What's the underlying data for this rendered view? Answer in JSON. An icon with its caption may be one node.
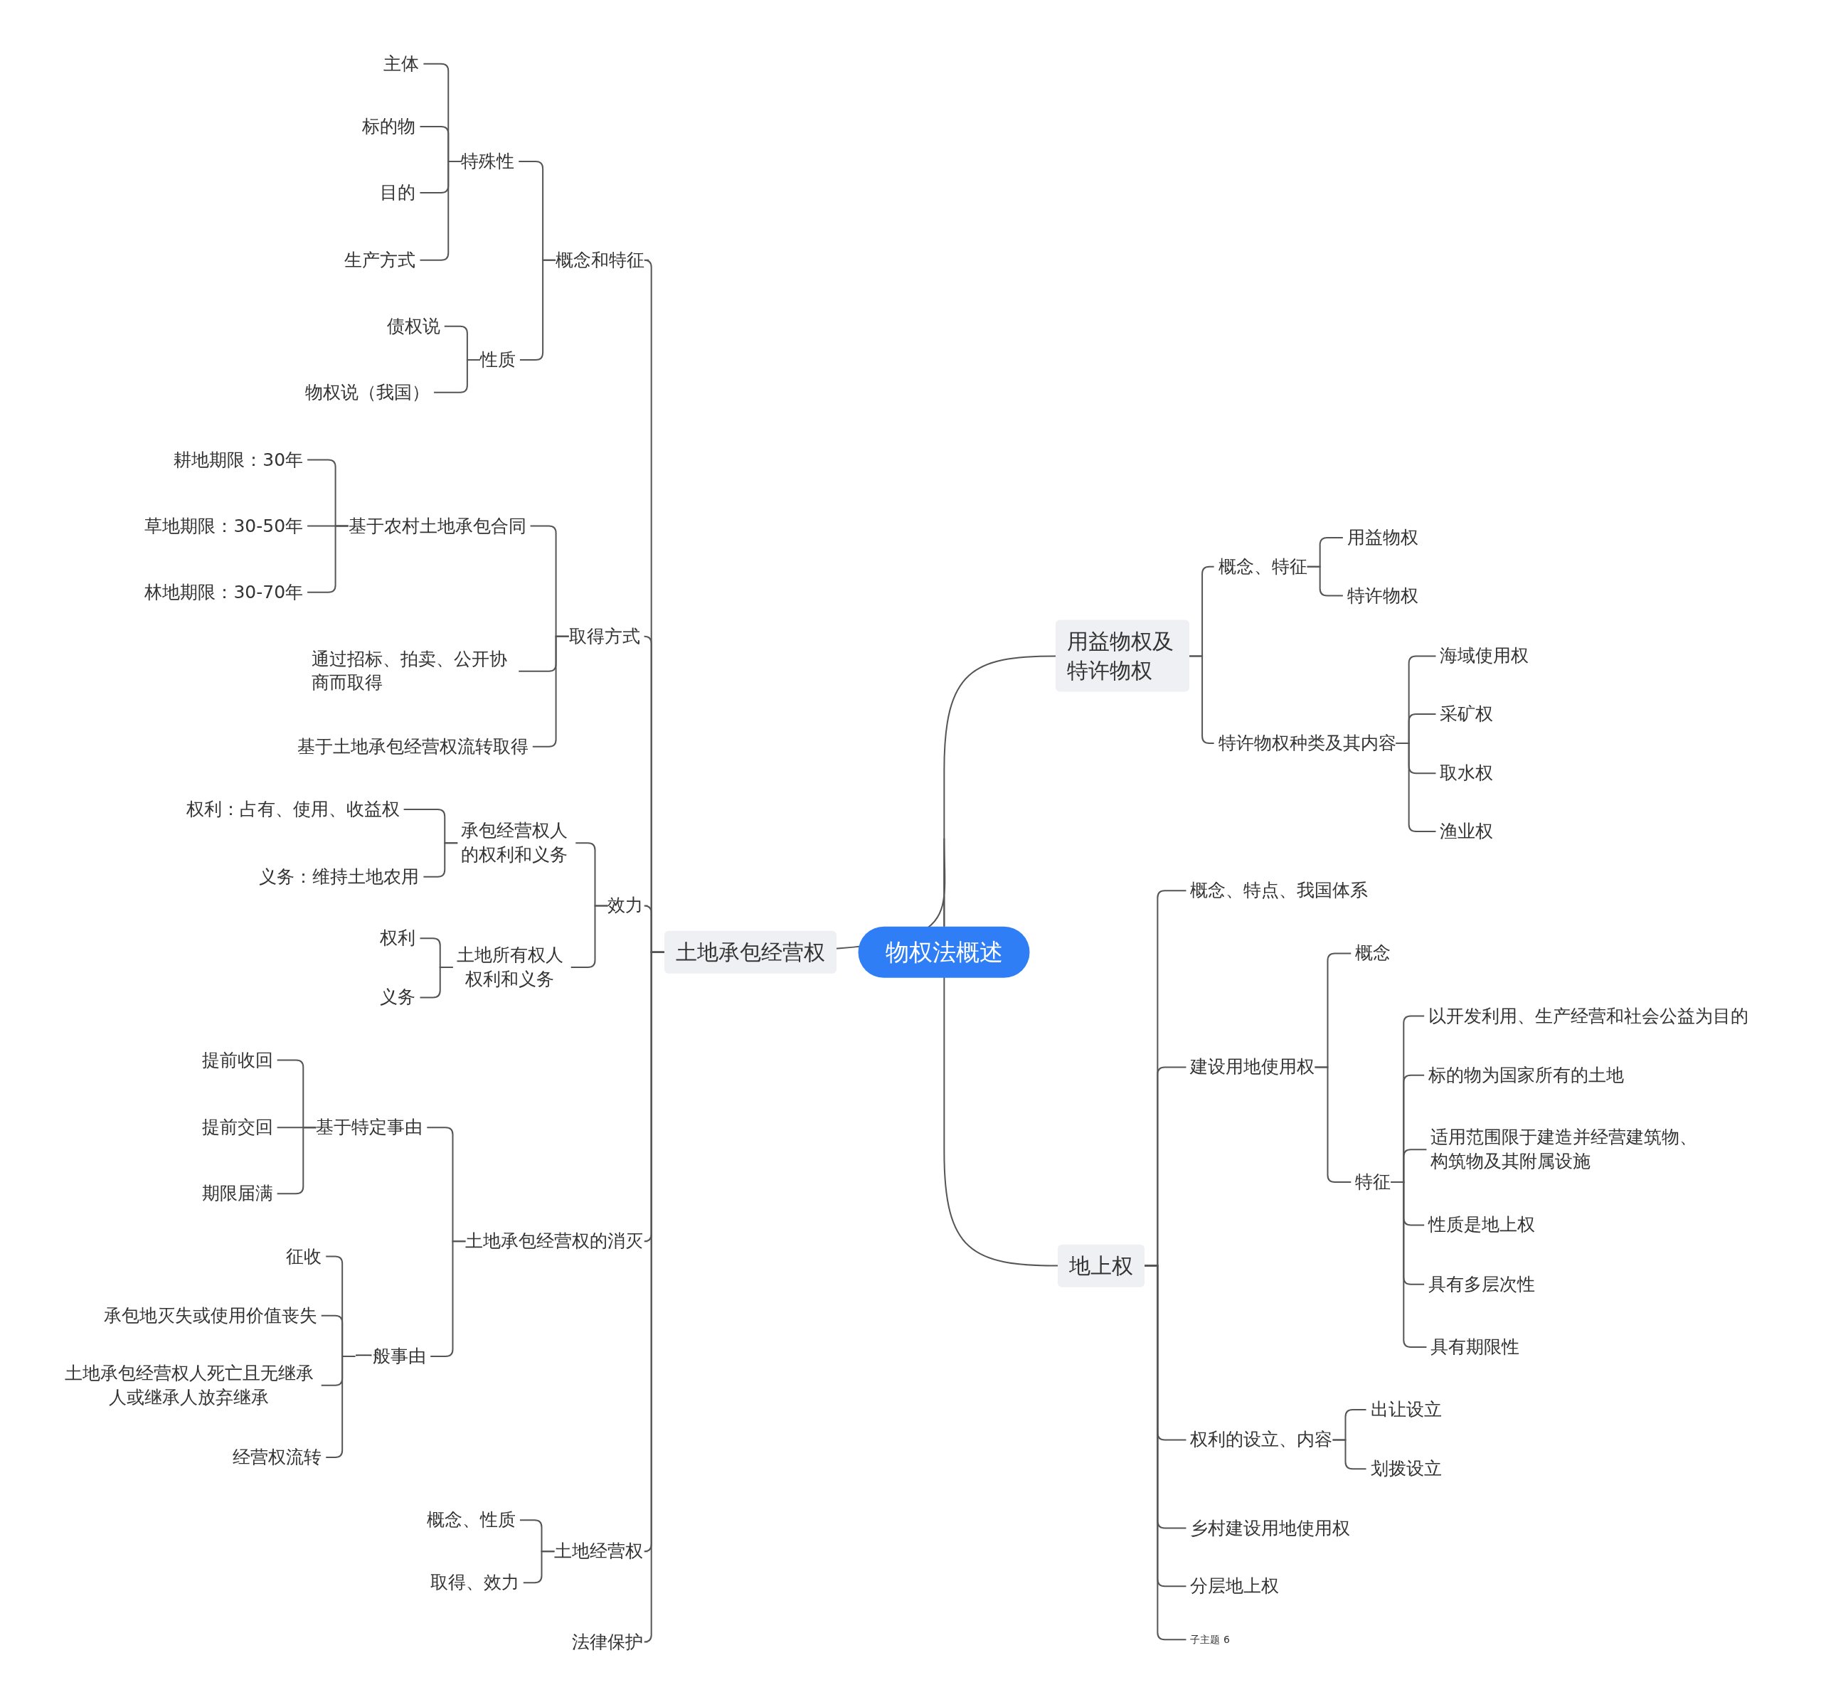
{
  "diagram": {
    "nodes": [
      {
        "text": [
          "物权法概述"
        ]
      },
      {
        "text": [
          "土地承包经营权"
        ]
      },
      {
        "text": [
          "概念和特征"
        ]
      },
      {
        "text": [
          "特殊性"
        ]
      },
      {
        "text": [
          "主体"
        ]
      },
      {
        "text": [
          "标的物"
        ]
      },
      {
        "text": [
          "目的"
        ]
      },
      {
        "text": [
          "生产方式"
        ]
      },
      {
        "text": [
          "性质"
        ]
      },
      {
        "text": [
          "债权说"
        ]
      },
      {
        "text": [
          "物权说（我国）"
        ]
      },
      {
        "text": [
          "取得方式"
        ]
      },
      {
        "text": [
          "基于农村土地承包合同"
        ]
      },
      {
        "text": [
          "耕地期限：30年"
        ]
      },
      {
        "text": [
          "草地期限：30-50年"
        ]
      },
      {
        "text": [
          "林地期限：30-70年"
        ]
      },
      {
        "text": [
          "通过招标、拍卖、公开协商而取得"
        ]
      },
      {
        "text": [
          "基于土地承包经营权流转取得"
        ]
      },
      {
        "text": [
          "效力"
        ]
      },
      {
        "text": [
          "承包经营权人的权利和义务"
        ]
      },
      {
        "text": [
          "权利：占有、使用、收益权"
        ]
      },
      {
        "text": [
          "义务：维持土地农用"
        ]
      },
      {
        "text": [
          "土地所有权人权利和义务"
        ]
      },
      {
        "text": [
          "权利"
        ]
      },
      {
        "text": [
          "义务"
        ]
      },
      {
        "text": [
          "土地承包经营权的消灭"
        ]
      },
      {
        "text": [
          "基于特定事由"
        ]
      },
      {
        "text": [
          "提前收回"
        ]
      },
      {
        "text": [
          "提前交回"
        ]
      },
      {
        "text": [
          "期限届满"
        ]
      },
      {
        "text": [
          "一般事由"
        ]
      },
      {
        "text": [
          "征收"
        ]
      },
      {
        "text": [
          "承包地灭失或使用价值丧失"
        ]
      },
      {
        "text": [
          "土地承包经营权人死亡且无继承人或继承人放弃继承"
        ]
      },
      {
        "text": [
          "经营权流转"
        ]
      },
      {
        "text": [
          "土地经营权"
        ]
      },
      {
        "text": [
          "概念、性质"
        ]
      },
      {
        "text": [
          "取得、效力"
        ]
      },
      {
        "text": [
          "法律保护"
        ]
      },
      {
        "text": [
          "用益物权及特许物权"
        ]
      },
      {
        "text": [
          "概念、特征"
        ]
      },
      {
        "text": [
          "用益物权"
        ]
      },
      {
        "text": [
          "特许物权"
        ]
      },
      {
        "text": [
          "特许物权种类及其内容"
        ]
      },
      {
        "text": [
          "海域使用权"
        ]
      },
      {
        "text": [
          "采矿权"
        ]
      },
      {
        "text": [
          "取水权"
        ]
      },
      {
        "text": [
          "渔业权"
        ]
      },
      {
        "text": [
          "地上权"
        ]
      },
      {
        "text": [
          "概念、特点、我国体系"
        ]
      },
      {
        "text": [
          "建设用地使用权"
        ]
      },
      {
        "text": [
          "概念"
        ]
      },
      {
        "text": [
          "特征"
        ]
      },
      {
        "text": [
          "以开发利用、生产经营和社会公益为目的"
        ]
      },
      {
        "text": [
          "标的物为国家所有的土地"
        ]
      },
      {
        "text": [
          "适用范围限于建造并经营建筑物、构筑物及其附属设施"
        ]
      },
      {
        "text": [
          "性质是地上权"
        ]
      },
      {
        "text": [
          "具有多层次性"
        ]
      },
      {
        "text": [
          "具有期限性"
        ]
      },
      {
        "text": [
          "权利的设立、内容"
        ]
      },
      {
        "text": [
          "出让设立"
        ]
      },
      {
        "text": [
          "划拨设立"
        ]
      },
      {
        "text": [
          "乡村建设用地使用权"
        ]
      },
      {
        "text": [
          "分层地上权"
        ]
      },
      {
        "text": [
          "子主题 6"
        ]
      }
    ],
    "edges": [
      {
        "from": 0,
        "to": 1,
        "arrow": "none"
      },
      {
        "from": 1,
        "to": 2,
        "arrow": "none"
      },
      {
        "from": 2,
        "to": 3,
        "arrow": "none"
      },
      {
        "from": 3,
        "to": 4,
        "arrow": "none"
      },
      {
        "from": 3,
        "to": 5,
        "arrow": "none"
      },
      {
        "from": 3,
        "to": 6,
        "arrow": "none"
      },
      {
        "from": 3,
        "to": 7,
        "arrow": "none"
      },
      {
        "from": 2,
        "to": 8,
        "arrow": "none"
      },
      {
        "from": 8,
        "to": 9,
        "arrow": "none"
      },
      {
        "from": 8,
        "to": 10,
        "arrow": "none"
      },
      {
        "from": 1,
        "to": 11,
        "arrow": "none"
      },
      {
        "from": 11,
        "to": 12,
        "arrow": "none"
      },
      {
        "from": 12,
        "to": 13,
        "arrow": "none"
      },
      {
        "from": 12,
        "to": 14,
        "arrow": "none"
      },
      {
        "from": 12,
        "to": 15,
        "arrow": "none"
      },
      {
        "from": 11,
        "to": 16,
        "arrow": "none"
      },
      {
        "from": 11,
        "to": 17,
        "arrow": "none"
      },
      {
        "from": 1,
        "to": 18,
        "arrow": "none"
      },
      {
        "from": 18,
        "to": 19,
        "arrow": "none"
      },
      {
        "from": 19,
        "to": 20,
        "arrow": "none"
      },
      {
        "from": 19,
        "to": 21,
        "arrow": "none"
      },
      {
        "from": 18,
        "to": 22,
        "arrow": "none"
      },
      {
        "from": 22,
        "to": 23,
        "arrow": "none"
      },
      {
        "from": 22,
        "to": 24,
        "arrow": "none"
      },
      {
        "from": 1,
        "to": 25,
        "arrow": "none"
      },
      {
        "from": 25,
        "to": 26,
        "arrow": "none"
      },
      {
        "from": 26,
        "to": 27,
        "arrow": "none"
      },
      {
        "from": 26,
        "to": 28,
        "arrow": "none"
      },
      {
        "from": 26,
        "to": 29,
        "arrow": "none"
      },
      {
        "from": 25,
        "to": 30,
        "arrow": "none"
      },
      {
        "from": 30,
        "to": 31,
        "arrow": "none"
      },
      {
        "from": 30,
        "to": 32,
        "arrow": "none"
      },
      {
        "from": 30,
        "to": 33,
        "arrow": "none"
      },
      {
        "from": 30,
        "to": 34,
        "arrow": "none"
      },
      {
        "from": 1,
        "to": 35,
        "arrow": "none"
      },
      {
        "from": 35,
        "to": 36,
        "arrow": "none"
      },
      {
        "from": 35,
        "to": 37,
        "arrow": "none"
      },
      {
        "from": 1,
        "to": 38,
        "arrow": "none"
      },
      {
        "from": 0,
        "to": 39,
        "arrow": "none"
      },
      {
        "from": 39,
        "to": 40,
        "arrow": "none"
      },
      {
        "from": 40,
        "to": 41,
        "arrow": "none"
      },
      {
        "from": 40,
        "to": 42,
        "arrow": "none"
      },
      {
        "from": 39,
        "to": 43,
        "arrow": "none"
      },
      {
        "from": 43,
        "to": 44,
        "arrow": "none"
      },
      {
        "from": 43,
        "to": 45,
        "arrow": "none"
      },
      {
        "from": 43,
        "to": 46,
        "arrow": "none"
      },
      {
        "from": 43,
        "to": 47,
        "arrow": "none"
      },
      {
        "from": 0,
        "to": 48,
        "arrow": "none"
      },
      {
        "from": 48,
        "to": 49,
        "arrow": "none"
      },
      {
        "from": 48,
        "to": 50,
        "arrow": "none"
      },
      {
        "from": 50,
        "to": 51,
        "arrow": "none"
      },
      {
        "from": 50,
        "to": 52,
        "arrow": "none"
      },
      {
        "from": 52,
        "to": 53,
        "arrow": "none"
      },
      {
        "from": 52,
        "to": 54,
        "arrow": "none"
      },
      {
        "from": 52,
        "to": 55,
        "arrow": "none"
      },
      {
        "from": 52,
        "to": 56,
        "arrow": "none"
      },
      {
        "from": 52,
        "to": 57,
        "arrow": "none"
      },
      {
        "from": 52,
        "to": 58,
        "arrow": "none"
      },
      {
        "from": 48,
        "to": 59,
        "arrow": "none"
      },
      {
        "from": 59,
        "to": 60,
        "arrow": "none"
      },
      {
        "from": 59,
        "to": 61,
        "arrow": "none"
      },
      {
        "from": 48,
        "to": 62,
        "arrow": "none"
      },
      {
        "from": 48,
        "to": 63,
        "arrow": "none"
      },
      {
        "from": 48,
        "to": 64,
        "arrow": "none"
      }
    ]
  }
}
